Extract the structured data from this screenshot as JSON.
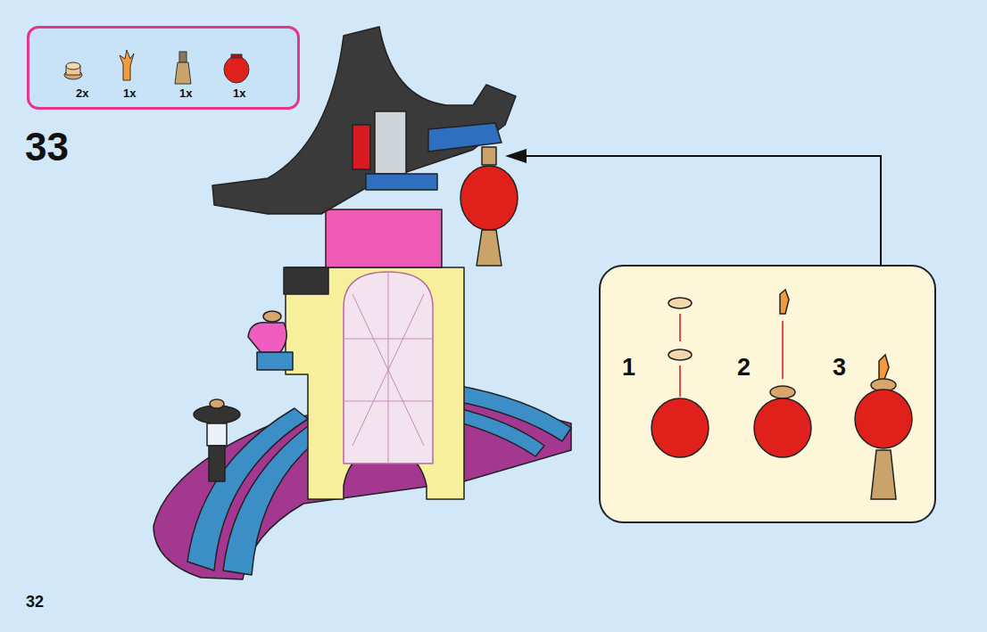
{
  "diagram": {
    "nodes": [
      {
        "text": [
          "2x",
          "1x",
          "1x",
          "1x"
        ]
      },
      {
        "text": [
          "1",
          "2",
          "3"
        ]
      }
    ],
    "labels": [
      "33",
      "32"
    ]
  }
}
